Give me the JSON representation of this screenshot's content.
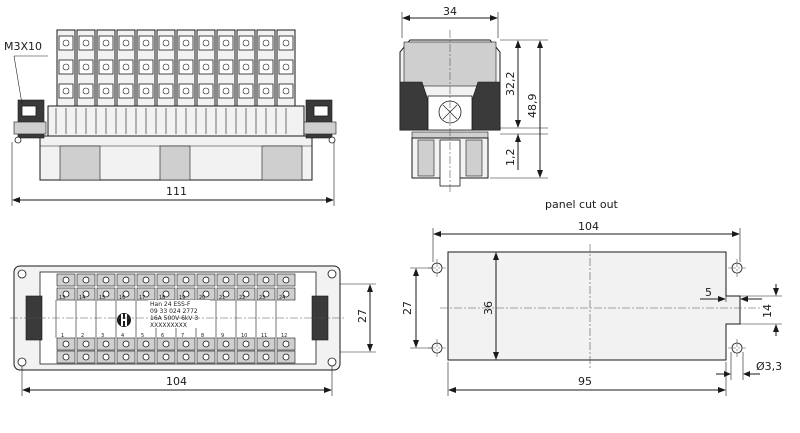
{
  "callouts": {
    "screw": "M3X10",
    "panel_cutout_title": "panel cut out"
  },
  "dimensions": {
    "side_width": "34",
    "side_height_top": "32,2",
    "side_height_total": "48,9",
    "side_offset": "1,2",
    "front_length": "111",
    "bottom_length": "104",
    "bottom_height": "27",
    "panel_length": "104",
    "panel_height_outer": "27",
    "panel_height_inner": "36",
    "panel_slot_width": "5",
    "panel_slot_height": "14",
    "panel_hole_spacing": "95",
    "panel_hole_diameter": "Ø3,3"
  },
  "contacts": {
    "top_row": [
      "13",
      "14",
      "15",
      "16",
      "17",
      "18",
      "19",
      "20",
      "21",
      "22",
      "23",
      "24"
    ],
    "bottom_row": [
      "1",
      "2",
      "3",
      "4",
      "5",
      "6",
      "7",
      "8",
      "9",
      "10",
      "11",
      "12"
    ]
  },
  "label": {
    "line1": "Han 24 ESS-F",
    "line2": "09 33 024 2772",
    "line3": "16A 500V 6kV 3",
    "line4": "XXXXXXXXX"
  }
}
